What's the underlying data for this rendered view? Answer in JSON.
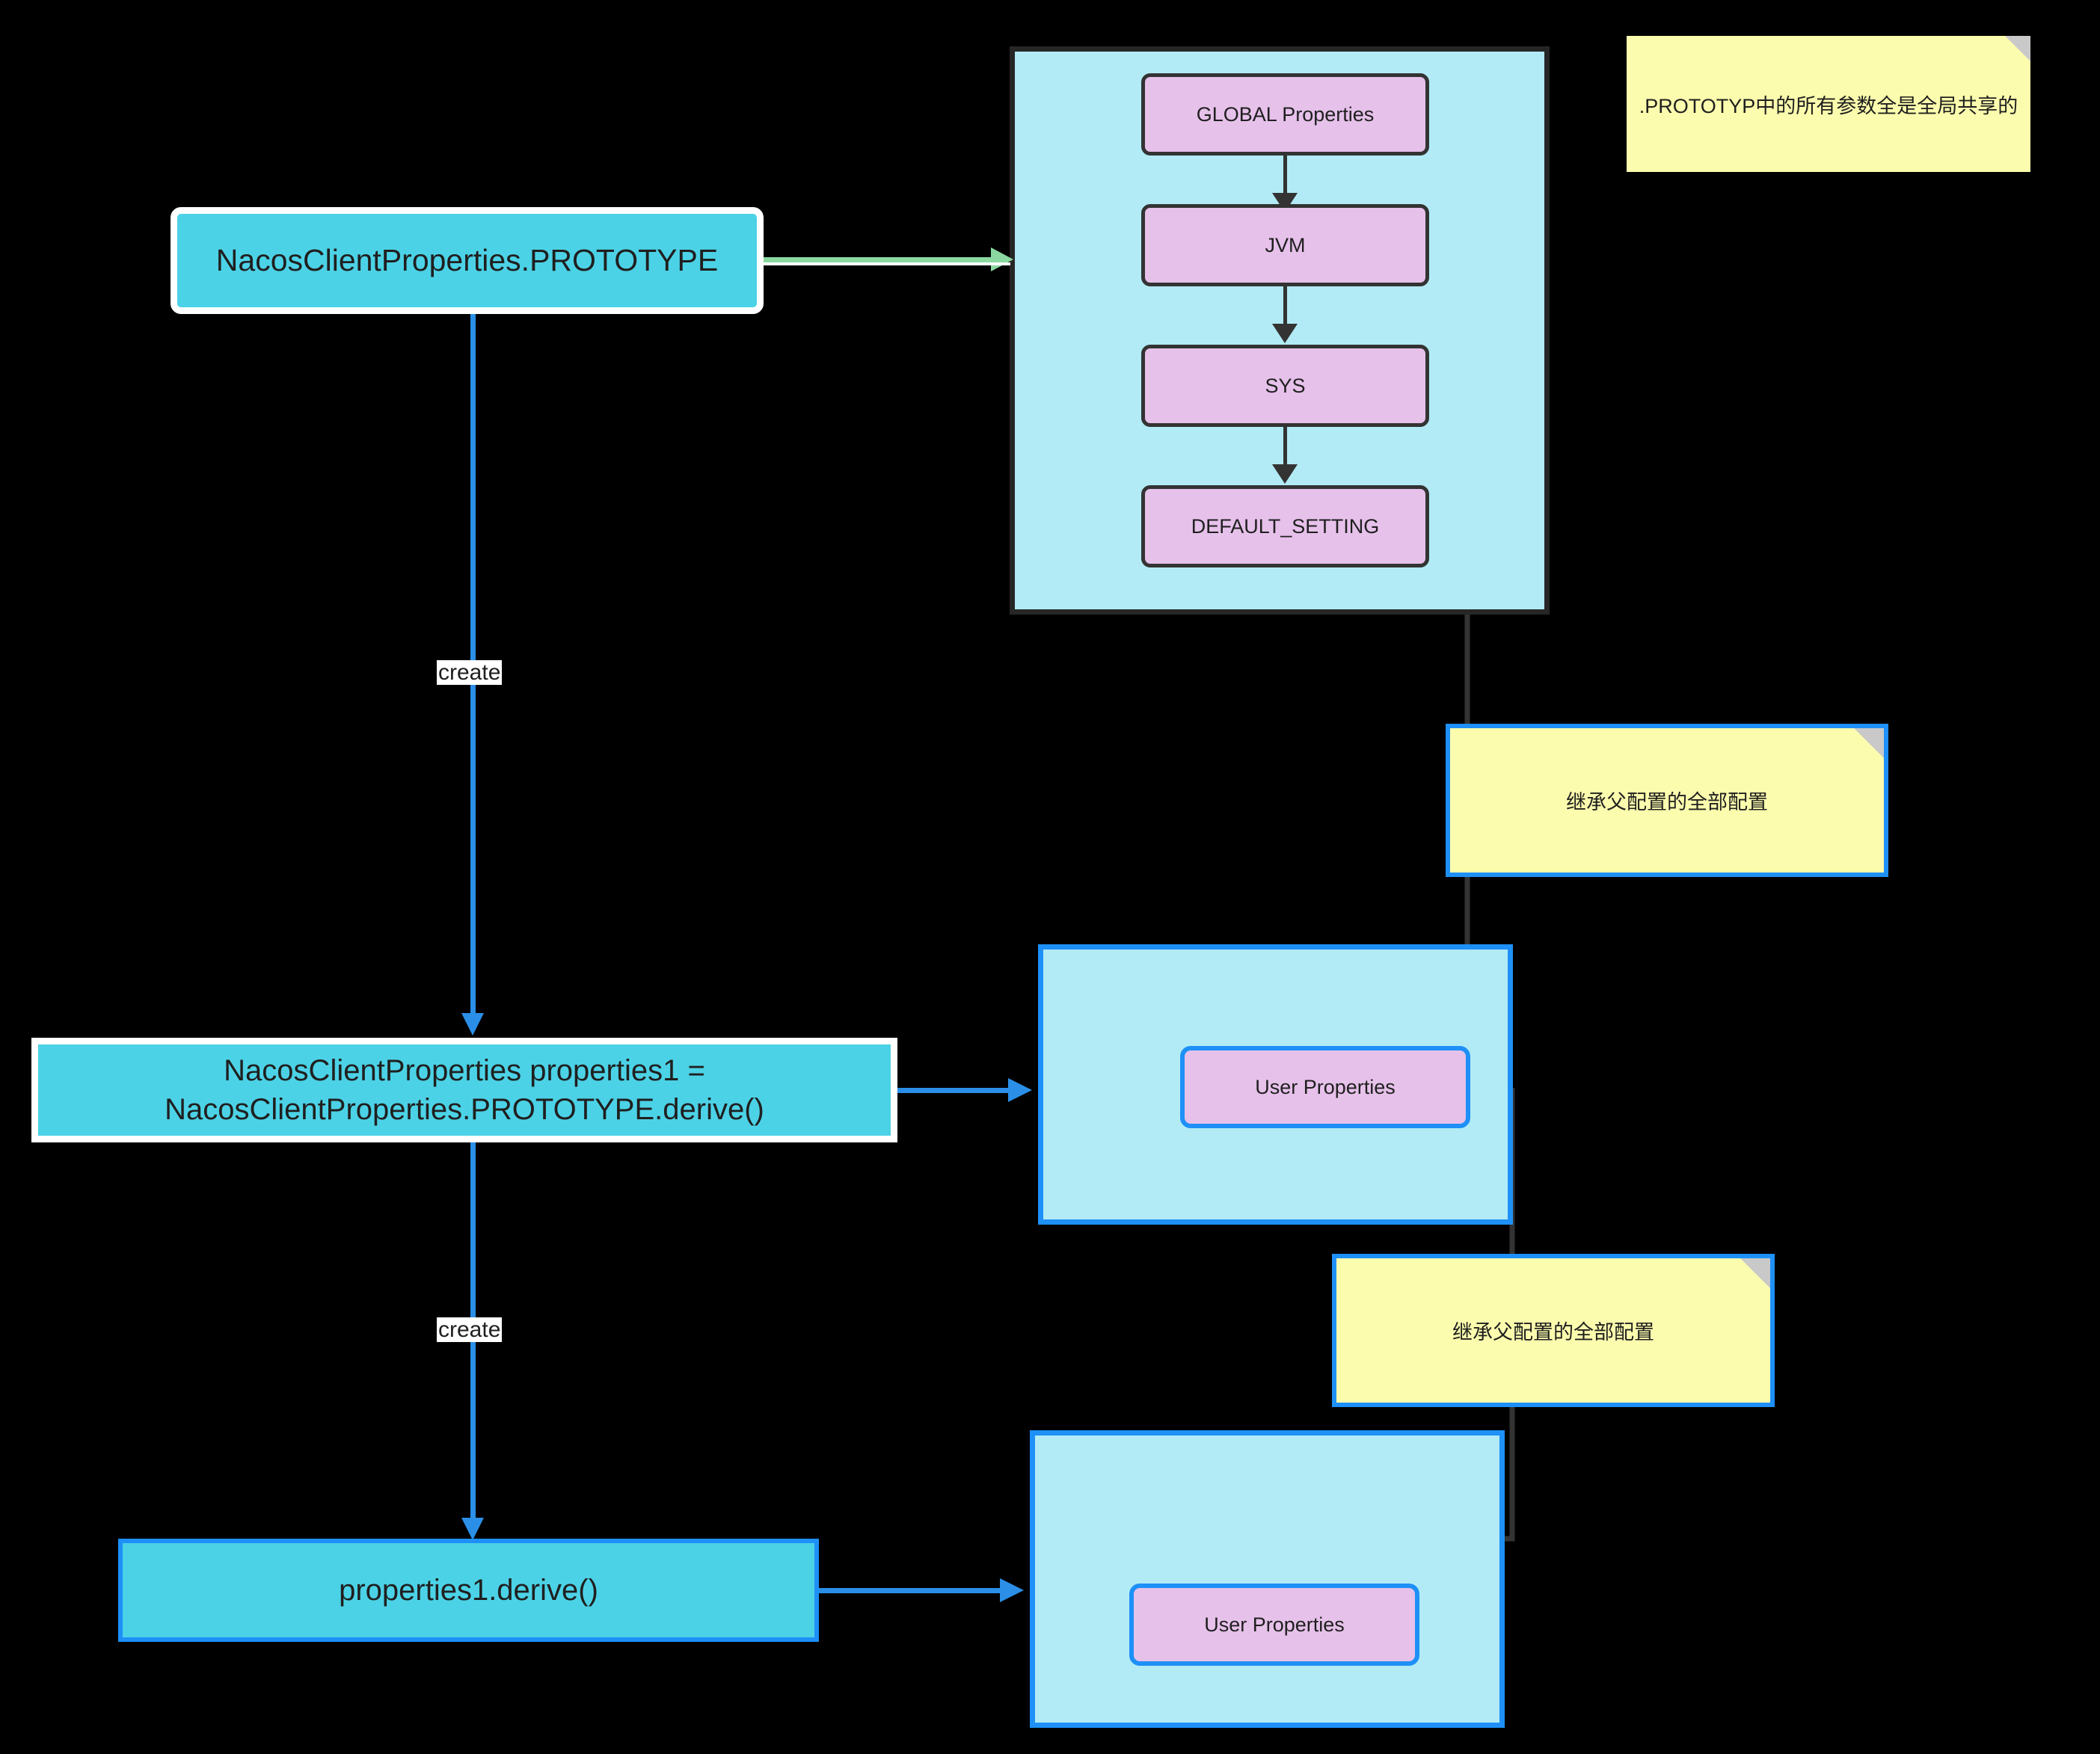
{
  "diagram": {
    "title": "NacosClientProperties PROTOTYPE derive flow",
    "colors": {
      "background": "#000000",
      "actor_fill": "#4CD2E6",
      "group_fill": "#B2EBF5",
      "node_fill": "#E6C1EA",
      "note_fill": "#FCFCAE",
      "blue_accent": "#1E90F7",
      "green_accent": "#8BD9A0",
      "dark_stroke": "#333333",
      "white_stroke": "#FFFFFF"
    }
  },
  "actors": [
    {
      "id": "prototype",
      "label": "NacosClientProperties.PROTOTYPE"
    },
    {
      "id": "properties1",
      "label": "NacosClientProperties properties1 =\nNacosClientProperties.PROTOTYPE.derive()"
    },
    {
      "id": "derive",
      "label": "properties1.derive()"
    }
  ],
  "groups": [
    {
      "id": "prototype-group",
      "nodes": [
        {
          "id": "global",
          "label": "GLOBAL Properties"
        },
        {
          "id": "jvm",
          "label": "JVM"
        },
        {
          "id": "sys",
          "label": "SYS"
        },
        {
          "id": "default_setting",
          "label": "DEFAULT_SETTING"
        }
      ]
    },
    {
      "id": "properties1-group",
      "nodes": [
        {
          "id": "user-properties-1",
          "label": "User Properties"
        }
      ]
    },
    {
      "id": "derive-group",
      "nodes": [
        {
          "id": "user-properties-2",
          "label": "User Properties"
        }
      ]
    }
  ],
  "notes": [
    {
      "id": "note-global-shared",
      "text": ".PROTOTYP中的所有参数全是全局共享的"
    },
    {
      "id": "note-inherit-1",
      "text": "继承父配置的全部配置"
    },
    {
      "id": "note-inherit-2",
      "text": "继承父配置的全部配置"
    }
  ],
  "edge_labels": {
    "create_1": "create",
    "create_2": "create"
  }
}
